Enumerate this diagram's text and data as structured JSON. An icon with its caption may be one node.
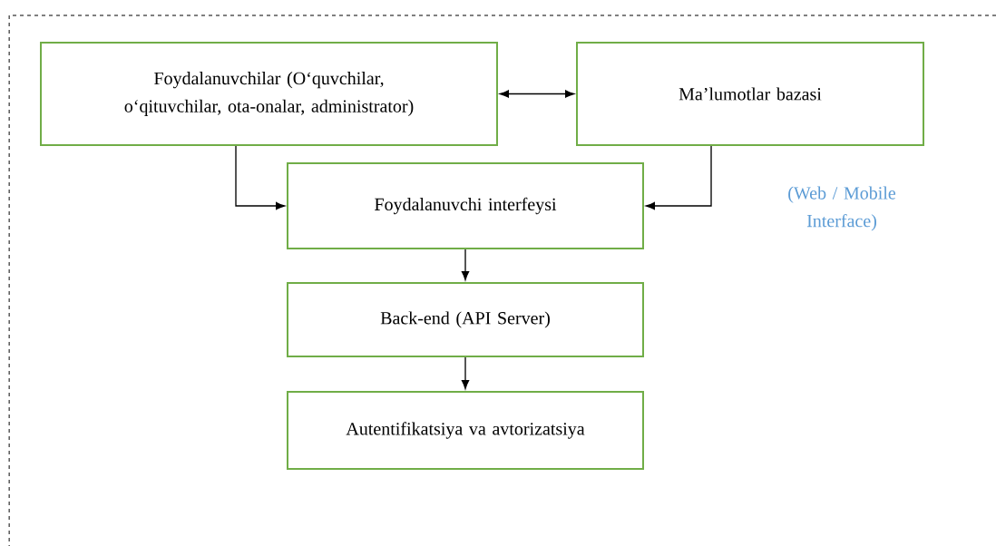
{
  "diagram": {
    "nodes": [
      {
        "text": [
          "Foydalanuvchilar (O‘quvchilar, o‘qituvchilar, ota-onalar, administrator)"
        ]
      },
      {
        "text": [
          "Ma’lumotlar bazasi"
        ]
      },
      {
        "text": [
          "Foydalanuvchi interfeysi"
        ]
      },
      {
        "text": [
          "Back-end (API Server)"
        ]
      },
      {
        "text": [
          "Autentifikatsiya va avtorizatsiya"
        ]
      }
    ],
    "edges": [
      {
        "from": 0,
        "to": 1,
        "arrow": "both"
      },
      {
        "from": 0,
        "to": 2,
        "arrow": "to"
      },
      {
        "from": 1,
        "to": 2,
        "arrow": "to"
      },
      {
        "from": 2,
        "to": 3,
        "arrow": "to"
      },
      {
        "from": 3,
        "to": 4,
        "arrow": "to"
      }
    ],
    "labels": [
      "(Web / Mobile Interface)"
    ]
  }
}
